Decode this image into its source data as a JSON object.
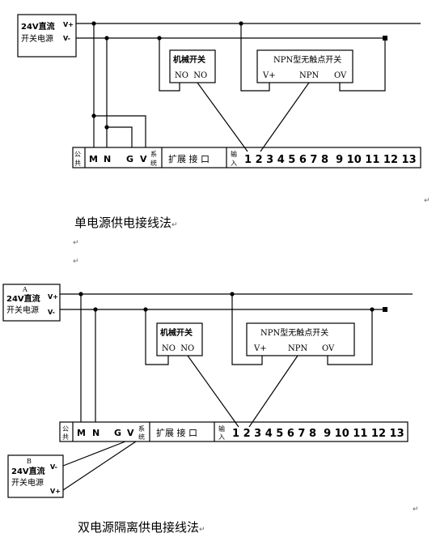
{
  "diagram1": {
    "power": {
      "line1": "24V直流",
      "line2": "开关电源",
      "vplus": "V+",
      "vminus": "V-"
    },
    "mech": {
      "title": "机械开关",
      "pins": "NO  NO"
    },
    "npn": {
      "title": "NPN型无触点开关",
      "vplus": "V+",
      "npn": "NPN",
      "ov": "OV"
    },
    "caption": "单电源供电接线法"
  },
  "diagram2": {
    "powerA": {
      "label": "A",
      "line1": "24V直流",
      "line2": "开关电源",
      "vplus": "V+",
      "vminus": "V-"
    },
    "powerB": {
      "label": "B",
      "line1": "24V直流",
      "line2": "开关电源",
      "vminus": "V-",
      "vplus": "V+"
    },
    "mech": {
      "title": "机械开关",
      "pins": "NO  NO"
    },
    "npn": {
      "title": "NPN型无触点开关",
      "vplus": "V+",
      "npn": "NPN",
      "ov": "OV"
    },
    "caption": "双电源隔离供电接线法"
  },
  "terminal": {
    "gong1": "公",
    "gong2": "共",
    "m": "M",
    "n": "N",
    "g": "G",
    "v": "V",
    "xitong1": "系",
    "xitong2": "统",
    "expand": "扩展 接 口",
    "input1": "输",
    "input2": "入",
    "numbers": "1 2 3 4 5 6 7 8  9 10 11 12 13"
  },
  "marks": {
    "return": "↵"
  }
}
